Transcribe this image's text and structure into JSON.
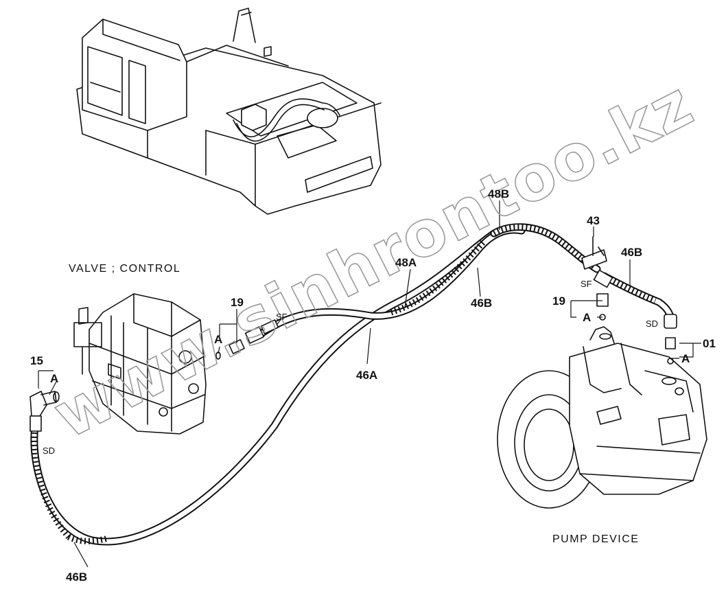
{
  "labels": {
    "valve_control": "VALVE ; CONTROL",
    "pump_device": "PUMP DEVICE"
  },
  "parts": {
    "p48B": "48B",
    "p48A": "48A",
    "p43": "43",
    "p46B_right": "46B",
    "p46B_center": "46B",
    "p46A": "46A",
    "p46B_bottom": "46B",
    "p19_left": "19",
    "p19_right": "19",
    "p15": "15",
    "p01": "01"
  },
  "codes": {
    "a_left15": "A",
    "a_left19": "A",
    "a_right19": "A",
    "a_right01": "A",
    "sd_left": "SD",
    "sd_right": "SD",
    "sf_center": "SF",
    "sf_right": "SF"
  },
  "watermark": "www.sinhrontoo.kz",
  "colors": {
    "line": "#111111",
    "watermark": "#9a9a9a",
    "background": "#ffffff"
  }
}
